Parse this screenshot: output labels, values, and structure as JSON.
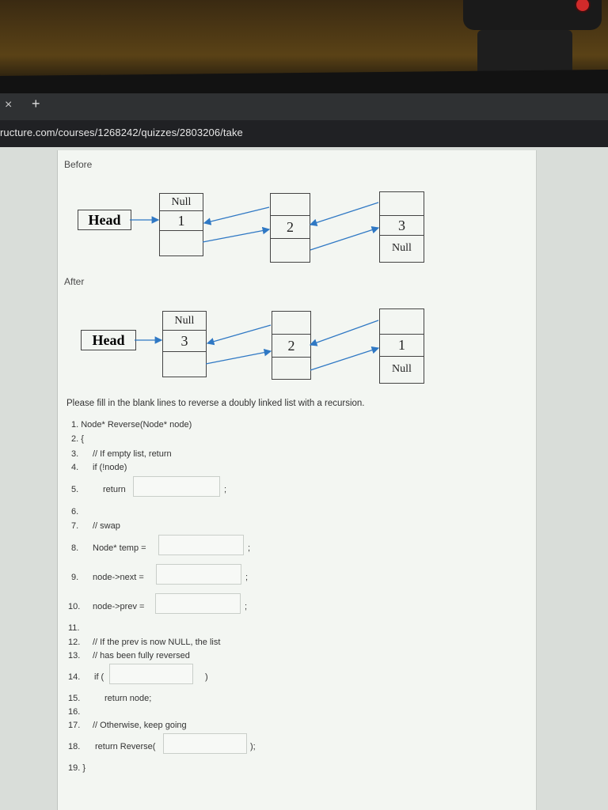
{
  "browser": {
    "tab_close": "×",
    "tab_new": "+",
    "url": "ructure.com/courses/1268242/quizzes/2803206/take"
  },
  "before": {
    "label": "Before",
    "head": "Head",
    "nodes": [
      {
        "top": "Null",
        "middle": "1",
        "bottom": ""
      },
      {
        "top": "",
        "middle": "2",
        "bottom": ""
      },
      {
        "top": "",
        "middle": "3",
        "bottom": "Null"
      }
    ]
  },
  "after": {
    "label": "After",
    "head": "Head",
    "nodes": [
      {
        "top": "Null",
        "middle": "3",
        "bottom": ""
      },
      {
        "top": "",
        "middle": "2",
        "bottom": ""
      },
      {
        "top": "",
        "middle": "1",
        "bottom": "Null"
      }
    ]
  },
  "instructions": "Please fill in the blank lines to reverse a doubly linked list with a recursion.",
  "code": {
    "l1": "1. Node* Reverse(Node* node)",
    "l2": "2. {",
    "l3n": "3.",
    "l3": "// If empty list, return",
    "l4n": "4.",
    "l4": "if (!node)",
    "l5n": "5.",
    "l5": "return",
    "l5_suffix": ";",
    "l6n": "6.",
    "l7n": "7.",
    "l7": "// swap",
    "l8n": "8.",
    "l8": "Node* temp =",
    "l8_suffix": ";",
    "l9n": "9.",
    "l9": "node->next =",
    "l9_suffix": ";",
    "l10n": "10.",
    "l10": "node->prev =",
    "l10_suffix": ";",
    "l11n": "11.",
    "l12n": "12.",
    "l12": "// If the prev is now NULL, the list",
    "l13n": "13.",
    "l13": "// has been fully reversed",
    "l14n": "14.",
    "l14": "if (",
    "l14_suffix": ")",
    "l15n": "15.",
    "l15": "return node;",
    "l16n": "16.",
    "l17n": "17.",
    "l17": "// Otherwise, keep going",
    "l18n": "18.",
    "l18": "return Reverse(",
    "l18_suffix": ");",
    "l19": "19. }"
  },
  "colors": {
    "arrow": "#2f78c4",
    "accent_led": "#d12a2a"
  }
}
